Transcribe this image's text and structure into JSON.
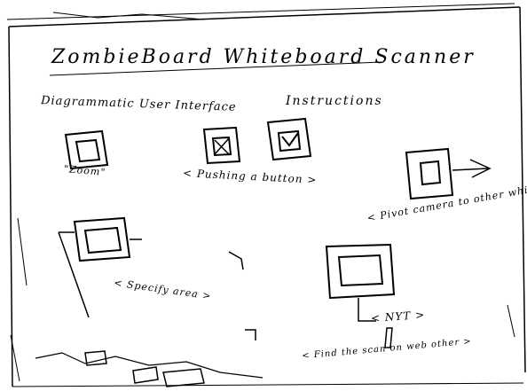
{
  "whiteboard": {
    "title": "ZombieBoard  Whiteboard  Scanner",
    "subheadings": [
      "Diagrammatic User Interface",
      "Instructions"
    ],
    "labels": {
      "zoom": "\"Zoom\"",
      "push": "< Pushing a button >",
      "pivot": "< Pivot camera to other whiteboard >",
      "spot": "< Specify area >",
      "nyt": "< NYT >",
      "find": "< Find the scan on web other >"
    }
  },
  "colors": {
    "ink": "#000000",
    "background": "#ffffff"
  }
}
